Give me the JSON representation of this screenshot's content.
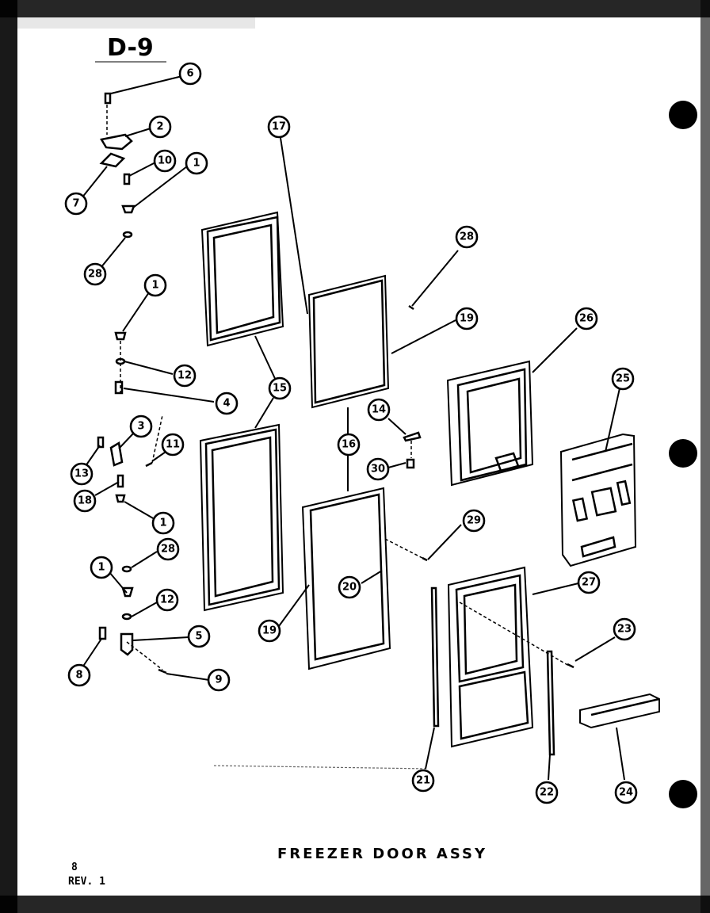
{
  "page_code": "D-9",
  "caption": "FREEZER DOOR ASSY",
  "footer": {
    "page": "8",
    "revision": "REV. 1"
  },
  "callouts": {
    "c6": "6",
    "c2": "2",
    "c10": "10",
    "c1a": "1",
    "c7": "7",
    "c28a": "28",
    "c1b": "1",
    "c12a": "12",
    "c4": "4",
    "c3": "3",
    "c11": "11",
    "c13": "13",
    "c18": "18",
    "c1c": "1",
    "c1d": "1",
    "c28b": "28",
    "c12b": "12",
    "c5": "5",
    "c8": "8",
    "c9": "9",
    "c17": "17",
    "c15": "15",
    "c28c": "28",
    "c19a": "19",
    "c16": "16",
    "c14": "14",
    "c30": "30",
    "c29": "29",
    "c20": "20",
    "c19b": "19",
    "c26": "26",
    "c25": "25",
    "c27": "27",
    "c23": "23",
    "c21": "21",
    "c22": "22",
    "c24": "24"
  }
}
